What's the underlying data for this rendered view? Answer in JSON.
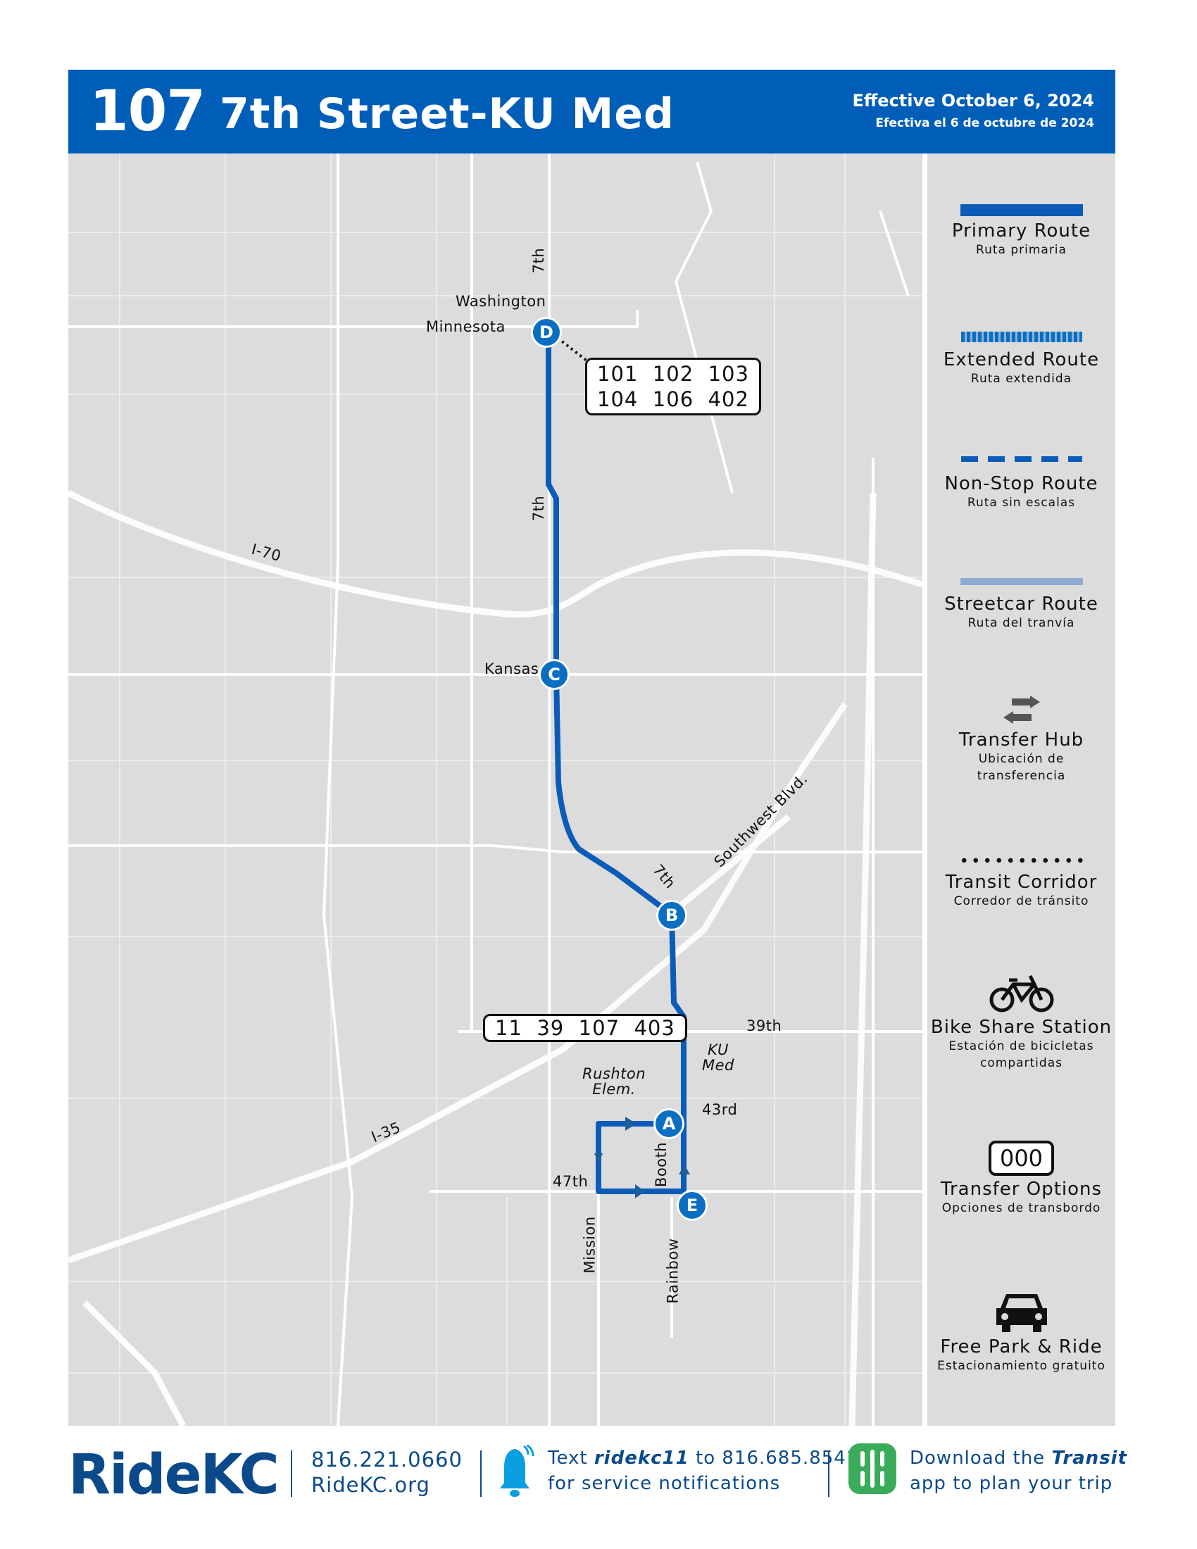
{
  "header": {
    "route_number": "107",
    "route_name": "7th Street-KU Med",
    "effective_en": "Effective October 6, 2024",
    "effective_es": "Efectiva el 6 de octubre de 2024"
  },
  "colors": {
    "brand_blue": "#005eb8",
    "route": "#0a5cb8",
    "map_bg": "#dcdcdd",
    "roads": "#ffffff",
    "footer_blue": "#0a4a8a",
    "bell": "#0a9fe0",
    "transit_app": "#3aab5a"
  },
  "map": {
    "stops": [
      "D",
      "C",
      "B",
      "A",
      "E"
    ],
    "transfers": [
      {
        "text": "101  102  103\n104  106  402"
      },
      {
        "text": "11  39  107  403"
      }
    ],
    "labels": {
      "seventh_north": "7th",
      "washington": "Washington",
      "minnesota": "Minnesota",
      "seventh_mid": "7th",
      "i70": "I-70",
      "kansas": "Kansas",
      "southwest": "Southwest Blvd.",
      "seventh_south": "7th",
      "thirty_ninth": "39th",
      "ku_med": "KU\nMed",
      "rushton": "Rushton\nElem.",
      "forty_third": "43rd",
      "i35": "I-35",
      "forty_seventh": "47th",
      "booth": "Booth",
      "mission": "Mission",
      "rainbow": "Rainbow"
    }
  },
  "legend": [
    {
      "title": "Primary Route",
      "subtitle": "Ruta primaria",
      "icon": "solid-line"
    },
    {
      "title": "Extended Route",
      "subtitle": "Ruta extendida",
      "icon": "striped-line"
    },
    {
      "title": "Non-Stop Route",
      "subtitle": "Ruta sin escalas",
      "icon": "dashed-line"
    },
    {
      "title": "Streetcar Route",
      "subtitle": "Ruta del tranvía",
      "icon": "light-line"
    },
    {
      "title": "Transfer Hub",
      "subtitle": "Ubicación de transferencia",
      "icon": "transfer-arrows"
    },
    {
      "title": "Transit Corridor",
      "subtitle": "Corredor de tránsito",
      "icon": "dotted-line"
    },
    {
      "title": "Bike Share Station",
      "subtitle": "Estación de bicicletas compartidas",
      "icon": "bicycle"
    },
    {
      "title": "Transfer Options",
      "subtitle": "Opciones de transbordo",
      "icon": "transfer-box",
      "box_text": "000"
    },
    {
      "title": "Free Park & Ride",
      "subtitle": "Estacionamiento gratuito",
      "icon": "car"
    }
  ],
  "footer": {
    "logo": "RideKC",
    "phone": "816.221.0660",
    "website": "RideKC.org",
    "text_prefix": "Text ",
    "text_keyword": "ridekc11",
    "text_suffix": " to 816.685.8541",
    "text_line2": "for service notifications",
    "app_prefix": "Download the ",
    "app_name": "Transit",
    "app_line2": "app to plan your trip"
  }
}
